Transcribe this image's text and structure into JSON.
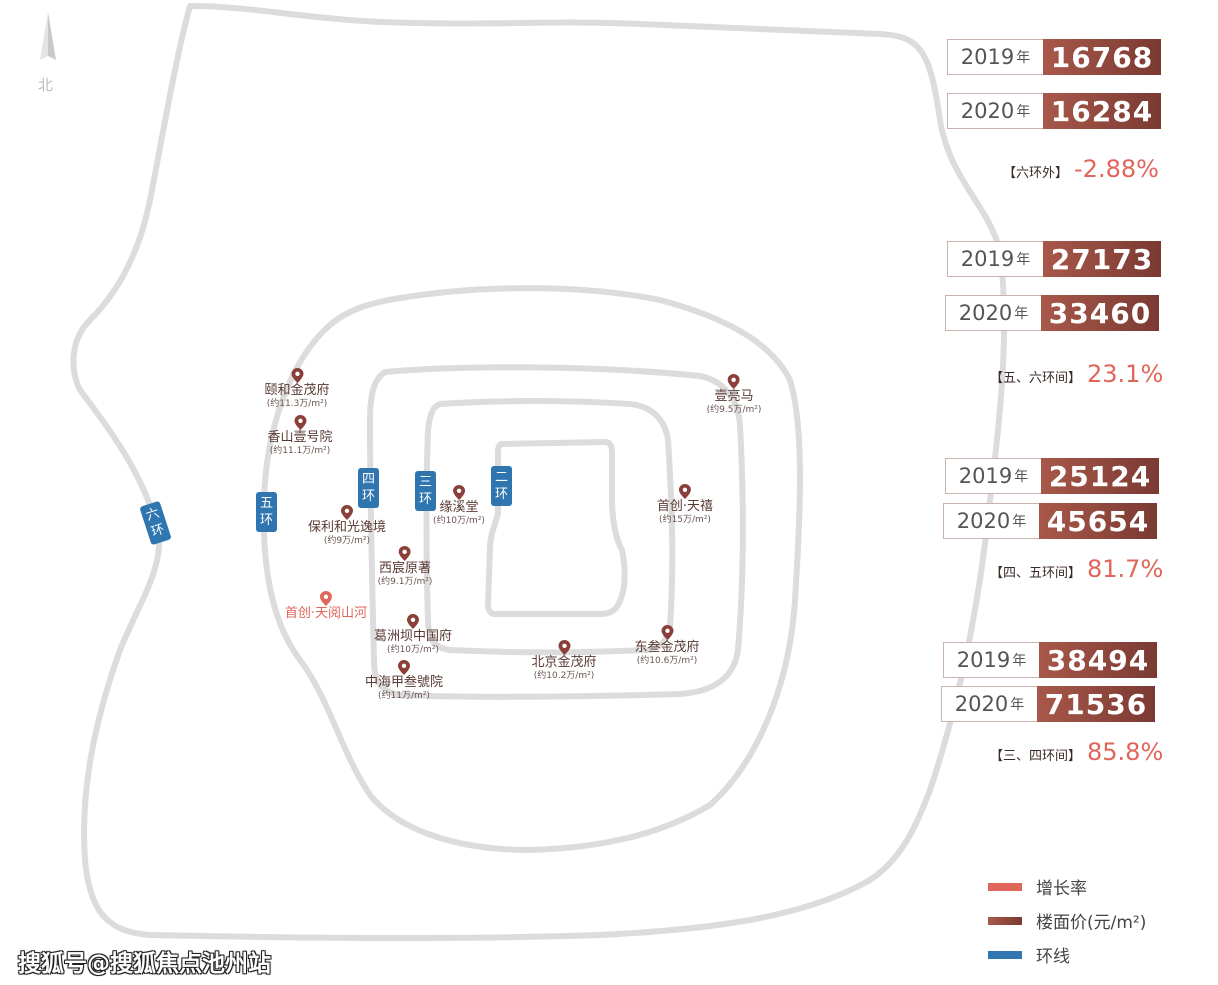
{
  "north_label": "北",
  "rings": [
    {
      "name": "six",
      "label": "六环"
    },
    {
      "name": "five",
      "label": "五环"
    },
    {
      "name": "four",
      "label": "四环"
    },
    {
      "name": "three",
      "label": "三环"
    },
    {
      "name": "two",
      "label": "二环"
    }
  ],
  "pois": [
    {
      "name": "颐和金茂府",
      "price": "(约11.3万/m²)",
      "highlight": false
    },
    {
      "name": "香山壹号院",
      "price": "(约11.1万/m²)",
      "highlight": false
    },
    {
      "name": "保利和光逸境",
      "price": "(约9万/m²)",
      "highlight": false
    },
    {
      "name": "西宸原著",
      "price": "(约9.1万/m²)",
      "highlight": false
    },
    {
      "name": "首创·天阅山河",
      "price": "",
      "highlight": true
    },
    {
      "name": "葛洲坝中国府",
      "price": "(约10万/m²)",
      "highlight": false
    },
    {
      "name": "中海甲叁號院",
      "price": "(约11万/m²)",
      "highlight": false
    },
    {
      "name": "缘溪堂",
      "price": "(约10万/m²)",
      "highlight": false
    },
    {
      "name": "北京金茂府",
      "price": "(约10.2万/m²)",
      "highlight": false
    },
    {
      "name": "东叁金茂府",
      "price": "(约10.6万/m²)",
      "highlight": false
    },
    {
      "name": "首创·天禧",
      "price": "(约15万/m²)",
      "highlight": false
    },
    {
      "name": "壹亮马",
      "price": "(约9.5万/m²)",
      "highlight": false
    }
  ],
  "year_suffix": "年",
  "zones": [
    {
      "year_a": "2019",
      "value_a": "16768",
      "year_b": "2020",
      "value_b": "16284",
      "label": "【六环外】",
      "growth": "-2.88%"
    },
    {
      "year_a": "2019",
      "value_a": "27173",
      "year_b": "2020",
      "value_b": "33460",
      "label": "【五、六环间】",
      "growth": "23.1%"
    },
    {
      "year_a": "2019",
      "value_a": "25124",
      "year_b": "2020",
      "value_b": "45654",
      "label": "【四、五环间】",
      "growth": "81.7%"
    },
    {
      "year_a": "2019",
      "value_a": "38494",
      "year_b": "2020",
      "value_b": "71536",
      "label": "【三、四环间】",
      "growth": "85.8%"
    }
  ],
  "legend": [
    {
      "label": "增长率",
      "color": "#e0655a"
    },
    {
      "label": "楼面价(元/m²)",
      "color": "#8a4038"
    },
    {
      "label": "环线",
      "color": "#2f75b0"
    }
  ],
  "watermark": "搜狐号@搜狐焦点池州站",
  "colors": {
    "ring_line": "#dcdcdc",
    "pin": "#8a4038",
    "pin_highlight": "#e0655a",
    "growth": "#e0655a",
    "value_bg": "#8a4038",
    "ring_label_bg": "#2f75b0"
  }
}
